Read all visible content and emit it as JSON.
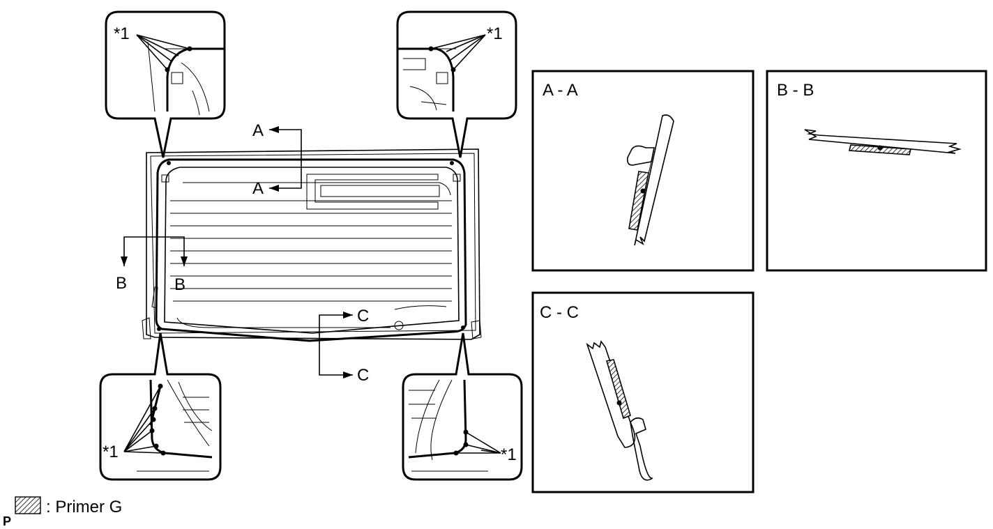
{
  "callouts": {
    "top_left": "*1",
    "top_right": "*1",
    "bottom_left": "*1",
    "bottom_right": "*1"
  },
  "section_marks": {
    "a_top": "A",
    "a_bottom": "A",
    "b_left": "B",
    "b_right": "B",
    "c_top": "C",
    "c_bottom": "C"
  },
  "sections": {
    "a": {
      "title": "A - A"
    },
    "b": {
      "title": "B - B"
    },
    "c": {
      "title": "C - C"
    }
  },
  "legend": {
    "label": ": Primer G",
    "corner_mark": "P"
  }
}
